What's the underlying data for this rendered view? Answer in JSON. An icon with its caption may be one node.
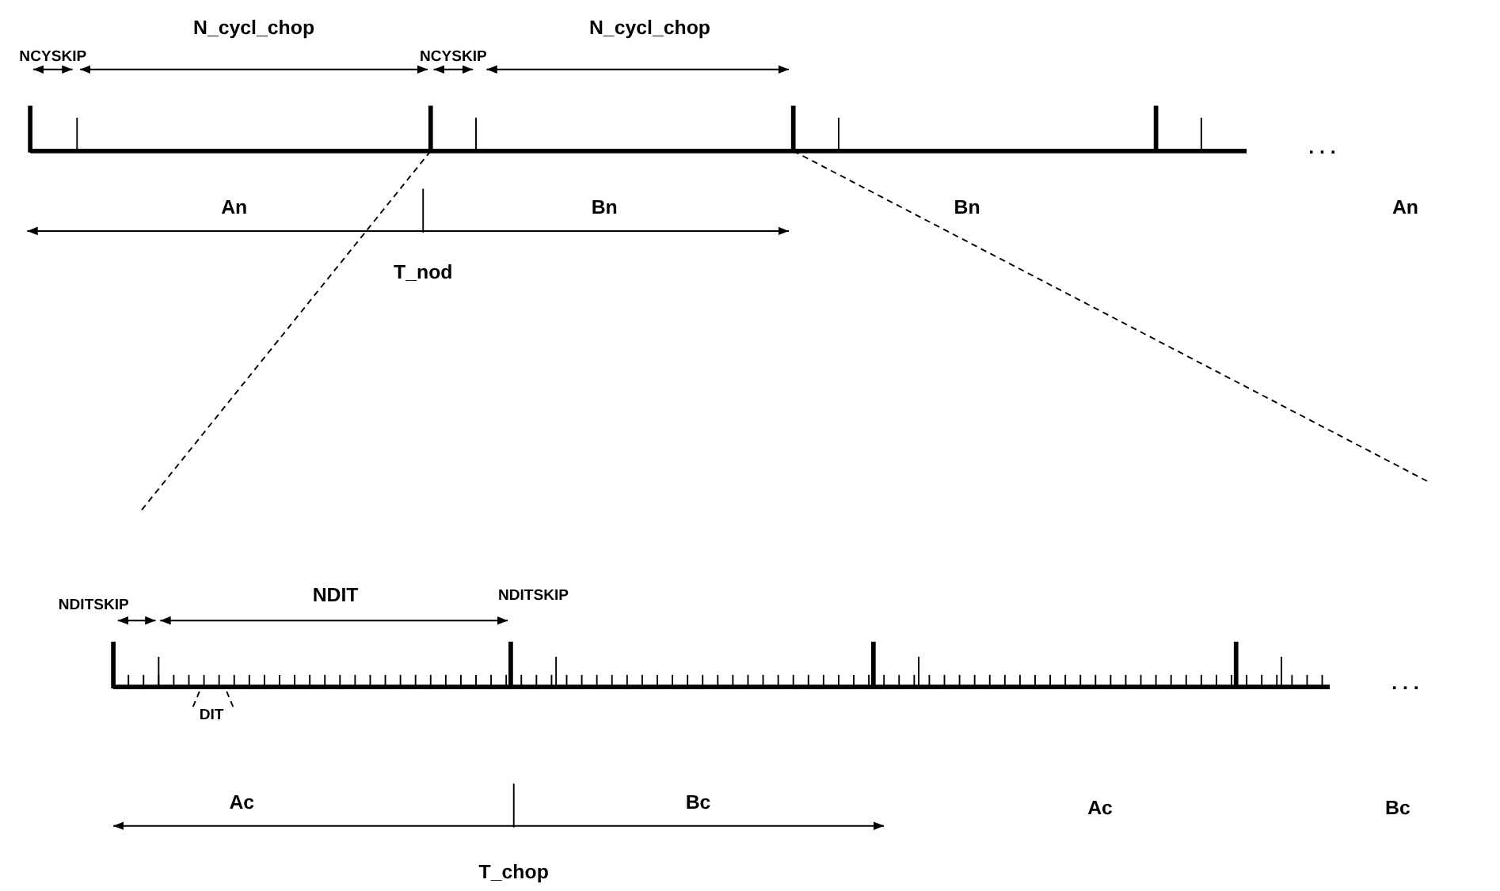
{
  "diagram": {
    "labels": [
      "N_cycl_chop",
      "N_cycl_chop",
      "NCYSKIP",
      "NCYSKIP",
      ". . .",
      "An",
      "Bn",
      "Bn",
      "An",
      "T_nod",
      "NDIT",
      "NDITSKIP",
      "NDITSKIP",
      ". . .",
      "DIT",
      "Ac",
      "Bc",
      "Ac",
      "Bc",
      "T_chop"
    ]
  }
}
